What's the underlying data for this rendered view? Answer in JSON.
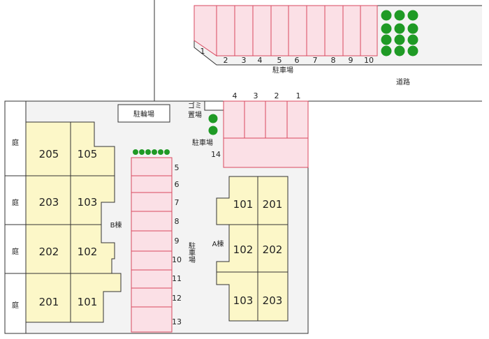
{
  "top_parking": {
    "label": "駐車場",
    "slots": [
      "1",
      "2",
      "3",
      "4",
      "5",
      "6",
      "7",
      "8",
      "9",
      "10"
    ]
  },
  "road_label": "道路",
  "right_parking": {
    "label": "駐車場",
    "slots": [
      "4",
      "3",
      "2",
      "1"
    ],
    "extra_slot": "14"
  },
  "garbage_label": [
    "ゴミ",
    "置場"
  ],
  "bicycle_parking": "駐輪場",
  "middle_parking": {
    "label": "駐車場",
    "slots": [
      "5",
      "6",
      "7",
      "8",
      "9",
      "10",
      "11",
      "12",
      "13"
    ]
  },
  "building_b": {
    "label": "B棟",
    "units": [
      "205",
      "105",
      "203",
      "103",
      "202",
      "102",
      "201",
      "101"
    ]
  },
  "building_a": {
    "label": "A棟",
    "units": [
      "101",
      "201",
      "102",
      "202",
      "103",
      "203"
    ]
  },
  "garden_labels": [
    "庭",
    "庭",
    "庭",
    "庭"
  ],
  "colors": {
    "parking": "#fbe0e6",
    "parking_border": "#d9485f",
    "building": "#fcf7c8",
    "tree": "#1f9a25",
    "ground": "#f3f3f3"
  }
}
